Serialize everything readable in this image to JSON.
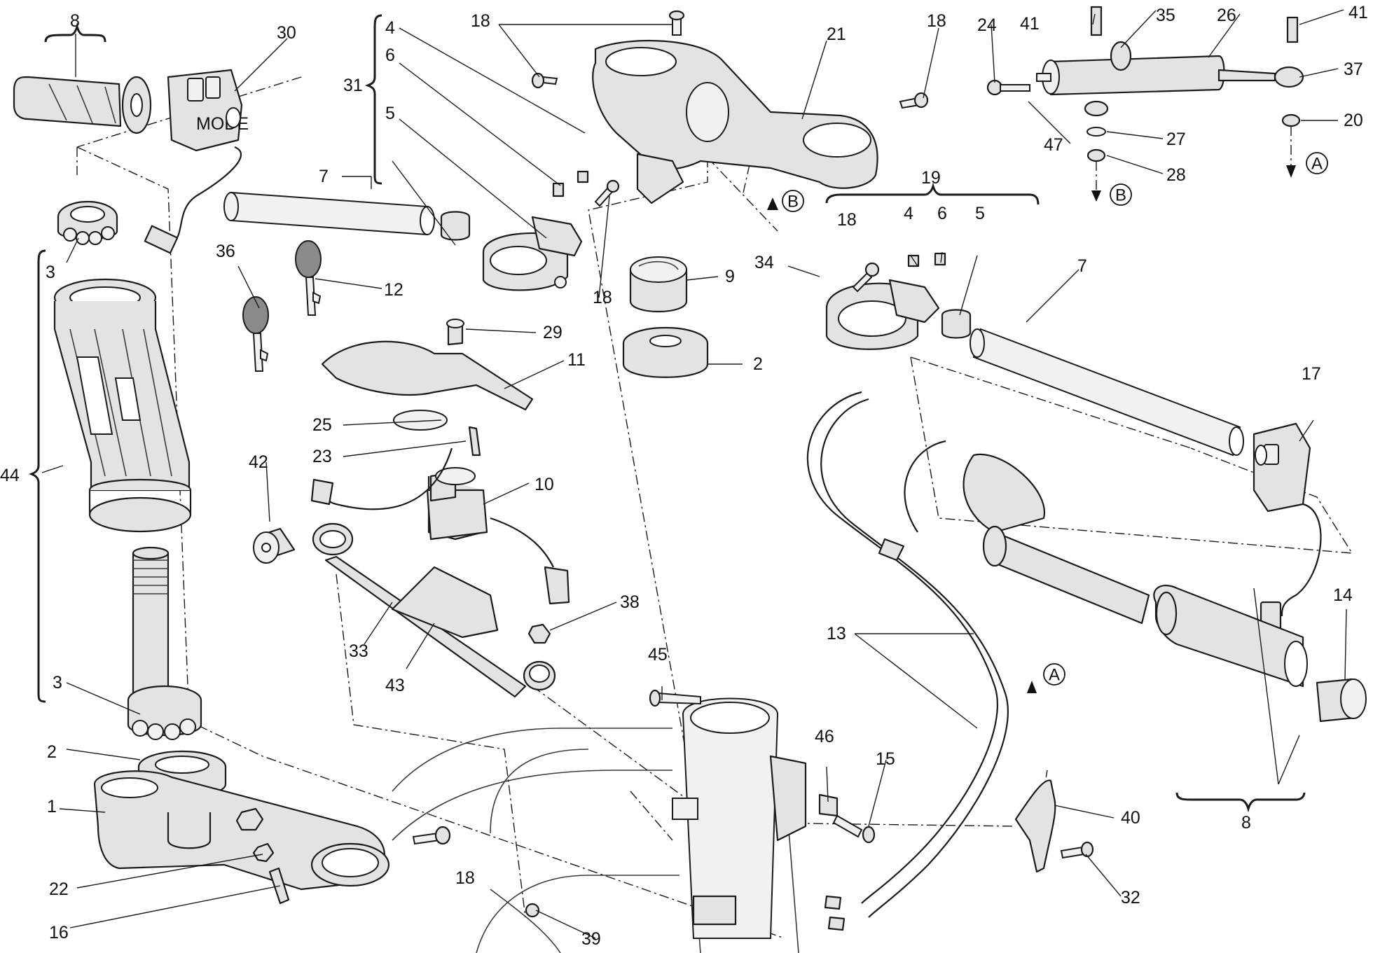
{
  "callouts": [
    {
      "id": "c8a",
      "text": "8"
    },
    {
      "id": "c30",
      "text": "30"
    },
    {
      "id": "c3a",
      "text": "3"
    },
    {
      "id": "c44",
      "text": "44"
    },
    {
      "id": "c3b",
      "text": "3"
    },
    {
      "id": "c2a",
      "text": "2"
    },
    {
      "id": "c1",
      "text": "1"
    },
    {
      "id": "c22",
      "text": "22"
    },
    {
      "id": "c16",
      "text": "16"
    },
    {
      "id": "c4a",
      "text": "4"
    },
    {
      "id": "c6a",
      "text": "6"
    },
    {
      "id": "c31",
      "text": "31"
    },
    {
      "id": "c5a",
      "text": "5"
    },
    {
      "id": "c7a",
      "text": "7"
    },
    {
      "id": "c36",
      "text": "36"
    },
    {
      "id": "c12",
      "text": "12"
    },
    {
      "id": "c18a",
      "text": "18"
    },
    {
      "id": "c18b",
      "text": "18"
    },
    {
      "id": "c18c",
      "text": "18"
    },
    {
      "id": "c18d",
      "text": "18"
    },
    {
      "id": "c18e",
      "text": "18"
    },
    {
      "id": "c21",
      "text": "21"
    },
    {
      "id": "c9",
      "text": "9"
    },
    {
      "id": "c2b",
      "text": "2"
    },
    {
      "id": "c29",
      "text": "29"
    },
    {
      "id": "c11",
      "text": "11"
    },
    {
      "id": "c25",
      "text": "25"
    },
    {
      "id": "c23",
      "text": "23"
    },
    {
      "id": "c10",
      "text": "10"
    },
    {
      "id": "c42",
      "text": "42"
    },
    {
      "id": "c38",
      "text": "38"
    },
    {
      "id": "c33",
      "text": "33"
    },
    {
      "id": "c43",
      "text": "43"
    },
    {
      "id": "c45",
      "text": "45"
    },
    {
      "id": "c34",
      "text": "34"
    },
    {
      "id": "c19",
      "text": "19"
    },
    {
      "id": "c4b",
      "text": "4"
    },
    {
      "id": "c6b",
      "text": "6"
    },
    {
      "id": "c5b",
      "text": "5"
    },
    {
      "id": "c7b",
      "text": "7"
    },
    {
      "id": "c13",
      "text": "13"
    },
    {
      "id": "c46",
      "text": "46"
    },
    {
      "id": "c15",
      "text": "15"
    },
    {
      "id": "c39",
      "text": "39"
    },
    {
      "id": "c17",
      "text": "17"
    },
    {
      "id": "c14",
      "text": "14"
    },
    {
      "id": "c40",
      "text": "40"
    },
    {
      "id": "c32",
      "text": "32"
    },
    {
      "id": "c8b",
      "text": "8"
    },
    {
      "id": "c24",
      "text": "24"
    },
    {
      "id": "c41a",
      "text": "41"
    },
    {
      "id": "c35",
      "text": "35"
    },
    {
      "id": "c26",
      "text": "26"
    },
    {
      "id": "c41b",
      "text": "41"
    },
    {
      "id": "c37",
      "text": "37"
    },
    {
      "id": "c20",
      "text": "20"
    },
    {
      "id": "c47",
      "text": "47"
    },
    {
      "id": "c27",
      "text": "27"
    },
    {
      "id": "c28",
      "text": "28"
    }
  ],
  "reference_markers": {
    "a_top": "A",
    "b_top": "B",
    "b_mid": "B",
    "a_mid": "A"
  },
  "switch_labels": {
    "mode": "MODE"
  }
}
